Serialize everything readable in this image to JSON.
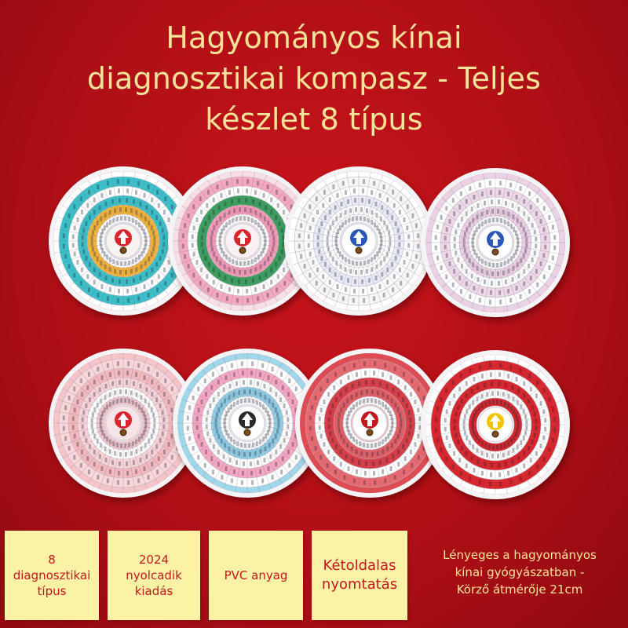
{
  "title": {
    "lines": [
      "Hagyományos kínai",
      "diagnosztikai kompasz - Teljes",
      "készlet 8 típus"
    ]
  },
  "features": [
    {
      "label": "8\ndiagnosztikai\ntípus"
    },
    {
      "label": "2024\nnyolcadik\nkiadás"
    },
    {
      "label": "PVC anyag"
    },
    {
      "label": "Kétoldalas\nnyomtatás"
    }
  ],
  "note": "Lényeges a hagyományos\nkínai gyógyászatban -\nKörző átmérője 21cm",
  "colors": {
    "background": "#b10f16",
    "title": "#f6e39a",
    "tile": "#fbf2a6",
    "tile_text": "#c4171e"
  },
  "compasses": [
    {
      "name": "compass-1",
      "ring_colors": [
        "#ffffff",
        "#3bbfc8",
        "#ffffff",
        "#3bbfc8",
        "#f2b33a",
        "#ffffff",
        "#e8e6ef"
      ],
      "center": "#d9252b",
      "hub": "#f6f3f0"
    },
    {
      "name": "compass-2",
      "ring_colors": [
        "#f6dfe6",
        "#f4a8c0",
        "#ffffff",
        "#3b9f5e",
        "#f39ab6",
        "#ffffff",
        "#f3e6ea"
      ],
      "center": "#d9252b",
      "hub": "#f9f1f3"
    },
    {
      "name": "compass-3",
      "ring_colors": [
        "#ffffff",
        "#f6f6f6",
        "#ffffff",
        "#e9ecf6",
        "#ffffff",
        "#ffffff",
        "#f0f1f6"
      ],
      "center": "#2a57b8",
      "hub": "#ffffff"
    },
    {
      "name": "compass-4",
      "ring_colors": [
        "#ead2e4",
        "#ffffff",
        "#eed7e7",
        "#ffffff",
        "#e9cfe1",
        "#ffffff",
        "#f4e6ef"
      ],
      "center": "#2a57b8",
      "hub": "#ffffff"
    },
    {
      "name": "compass-5",
      "ring_colors": [
        "#f5c4c9",
        "#f9d6da",
        "#f3b9bf",
        "#f8d3d7",
        "#ffffff",
        "#f3c8cd",
        "#f9e7ea"
      ],
      "center": "#d9252b",
      "hub": "#f8e3e6"
    },
    {
      "name": "compass-6",
      "ring_colors": [
        "#9ed8ea",
        "#ffffff",
        "#f5a6c2",
        "#ffffff",
        "#8fcde4",
        "#ffffff",
        "#f3f5f8"
      ],
      "center": "#2b2b2b",
      "hub": "#ffffff"
    },
    {
      "name": "compass-7",
      "ring_colors": [
        "#de4b52",
        "#e86a70",
        "#ffffff",
        "#d93d45",
        "#e55e65",
        "#ffffff",
        "#f1c4c7"
      ],
      "center": "#c4171e",
      "hub": "#ffffff"
    },
    {
      "name": "compass-8",
      "ring_colors": [
        "#ffffff",
        "#d9252b",
        "#ffffff",
        "#d9252b",
        "#ffffff",
        "#d9252b",
        "#ffffff"
      ],
      "center": "#f2c300",
      "hub": "#ffffff"
    }
  ]
}
